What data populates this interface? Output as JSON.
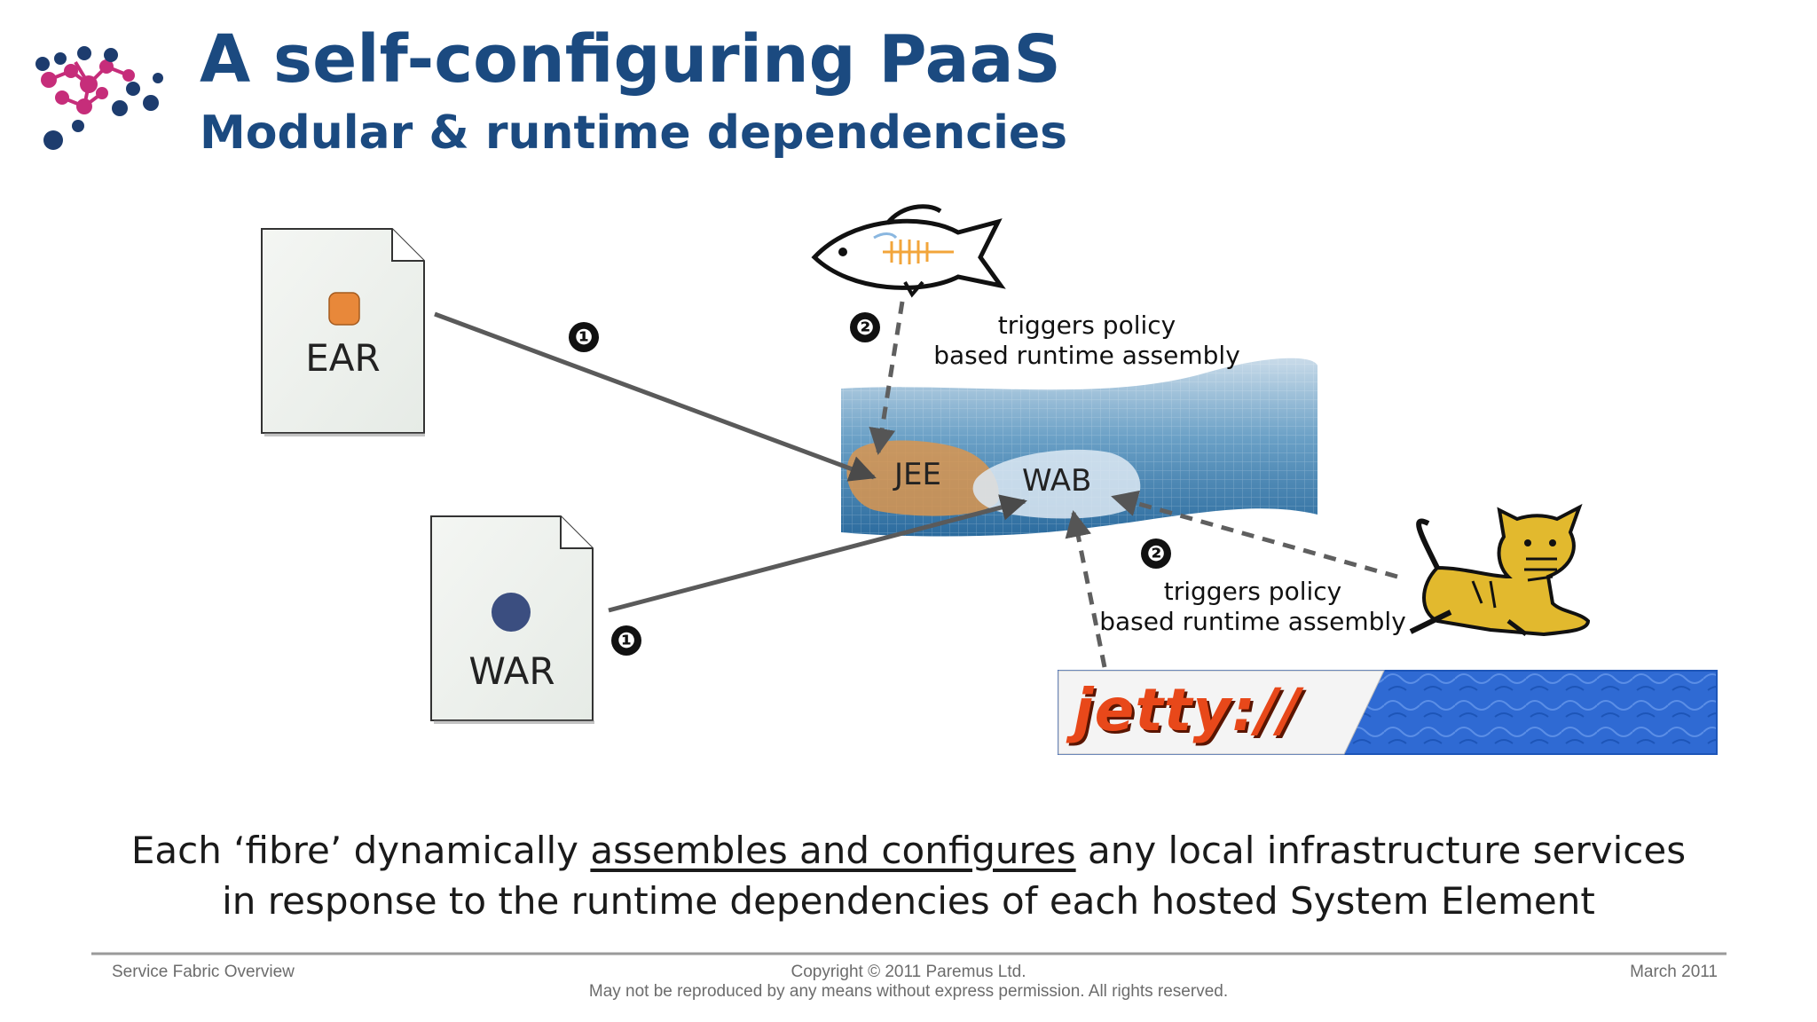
{
  "header": {
    "title": "A self-configuring PaaS",
    "subtitle": "Modular & runtime dependencies",
    "logo_icon": "paremus-network-logo-icon"
  },
  "diagram": {
    "ear_label": "EAR",
    "war_label": "WAR",
    "jee_label": "JEE",
    "wab_label": "WAB",
    "step1": "❶",
    "step2": "❷",
    "note_top": [
      "triggers policy",
      "based runtime assembly"
    ],
    "note_bottom": [
      "triggers policy",
      "based runtime assembly"
    ],
    "jetty_label": "jetty://",
    "icons": [
      "glassfish-fish-icon",
      "tomcat-cat-icon",
      "ear-file-icon",
      "war-file-icon",
      "fibre-grid-icon"
    ],
    "colors": {
      "title": "#1b4a80",
      "ear_badge": "#e8883a",
      "war_badge": "#3b4e80",
      "jee_blob": "#d9954f",
      "jetty_orange": "#e8481a",
      "jetty_blue": "#2f6ad3"
    }
  },
  "caption": {
    "line1_before": "Each ‘fibre’ dynamically ",
    "line1_underlined": "assembles and configures",
    "line1_after": " any local infrastructure services",
    "line2": "in response to the runtime dependencies of each hosted System Element"
  },
  "footer": {
    "left": "Service Fabric Overview",
    "center_line1": "Copyright © 2011 Paremus Ltd.",
    "center_line2": "May not be reproduced by any means without express permission. All rights reserved.",
    "right": "March 2011"
  }
}
